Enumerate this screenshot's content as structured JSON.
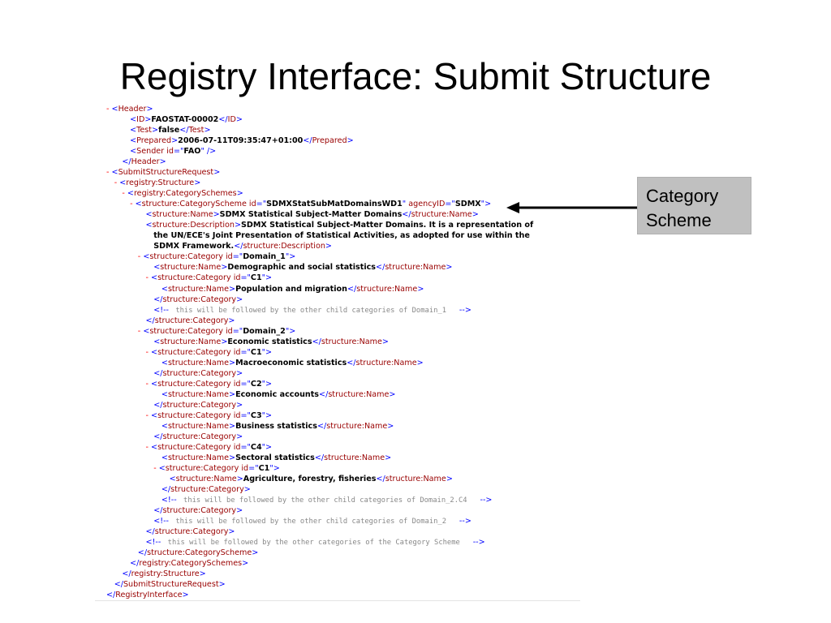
{
  "title": "Registry Interface: Submit Structure",
  "callout": {
    "line1": "Category",
    "line2": "Scheme"
  },
  "xml_lines": [
    {
      "indent": 0,
      "parts": [
        [
          "m",
          "- "
        ],
        [
          "p",
          "<"
        ],
        [
          "t",
          "Header"
        ],
        [
          "p",
          ">"
        ]
      ]
    },
    {
      "indent": 3,
      "parts": [
        [
          "p",
          "<"
        ],
        [
          "t",
          "ID"
        ],
        [
          "p",
          ">"
        ],
        [
          "x",
          "FAOSTAT-00002"
        ],
        [
          "p",
          "</"
        ],
        [
          "t",
          "ID"
        ],
        [
          "p",
          ">"
        ]
      ]
    },
    {
      "indent": 3,
      "parts": [
        [
          "p",
          "<"
        ],
        [
          "t",
          "Test"
        ],
        [
          "p",
          ">"
        ],
        [
          "x",
          "false"
        ],
        [
          "p",
          "</"
        ],
        [
          "t",
          "Test"
        ],
        [
          "p",
          ">"
        ]
      ]
    },
    {
      "indent": 3,
      "parts": [
        [
          "p",
          "<"
        ],
        [
          "t",
          "Prepared"
        ],
        [
          "p",
          ">"
        ],
        [
          "x",
          "2006-07-11T09:35:47+01:00"
        ],
        [
          "p",
          "</"
        ],
        [
          "t",
          "Prepared"
        ],
        [
          "p",
          ">"
        ]
      ]
    },
    {
      "indent": 3,
      "parts": [
        [
          "p",
          "<"
        ],
        [
          "t",
          "Sender"
        ],
        [
          "a",
          " id"
        ],
        [
          "p",
          "=\""
        ],
        [
          "v",
          "FAO"
        ],
        [
          "p",
          "\" />"
        ]
      ]
    },
    {
      "indent": 2,
      "parts": [
        [
          "p",
          "</"
        ],
        [
          "t",
          "Header"
        ],
        [
          "p",
          ">"
        ]
      ]
    },
    {
      "indent": 0,
      "parts": [
        [
          "m",
          "- "
        ],
        [
          "p",
          "<"
        ],
        [
          "t",
          "SubmitStructureRequest"
        ],
        [
          "p",
          ">"
        ]
      ]
    },
    {
      "indent": 1,
      "parts": [
        [
          "m",
          "- "
        ],
        [
          "p",
          "<"
        ],
        [
          "t",
          "registry:Structure"
        ],
        [
          "p",
          ">"
        ]
      ]
    },
    {
      "indent": 2,
      "parts": [
        [
          "m",
          "- "
        ],
        [
          "p",
          "<"
        ],
        [
          "t",
          "registry:CategorySchemes"
        ],
        [
          "p",
          ">"
        ]
      ]
    },
    {
      "indent": 3,
      "parts": [
        [
          "m",
          "- "
        ],
        [
          "p",
          "<"
        ],
        [
          "t",
          "structure:CategoryScheme"
        ],
        [
          "a",
          " id"
        ],
        [
          "p",
          "=\""
        ],
        [
          "v",
          "SDMXStatSubMatDomainsWD1"
        ],
        [
          "p",
          "\""
        ],
        [
          "a",
          " agencyID"
        ],
        [
          "p",
          "=\""
        ],
        [
          "v",
          "SDMX"
        ],
        [
          "p",
          "\">"
        ]
      ]
    },
    {
      "indent": 5,
      "parts": [
        [
          "p",
          "<"
        ],
        [
          "t",
          "structure:Name"
        ],
        [
          "p",
          ">"
        ],
        [
          "x",
          "SDMX Statistical Subject-Matter Domains"
        ],
        [
          "p",
          "</"
        ],
        [
          "t",
          "structure:Name"
        ],
        [
          "p",
          ">"
        ]
      ]
    },
    {
      "indent": 5,
      "parts": [
        [
          "p",
          "<"
        ],
        [
          "t",
          "structure:Description"
        ],
        [
          "p",
          ">"
        ],
        [
          "x",
          "SDMX Statistical Subject-Matter Domains. It is a representation of"
        ]
      ]
    },
    {
      "indent": 6,
      "parts": [
        [
          "x",
          "the UN/ECE's Joint Presentation of Statistical Activities, as adopted for use within the"
        ]
      ]
    },
    {
      "indent": 6,
      "parts": [
        [
          "x",
          "SDMX Framework."
        ],
        [
          "p",
          "</"
        ],
        [
          "t",
          "structure:Description"
        ],
        [
          "p",
          ">"
        ]
      ]
    },
    {
      "indent": 4,
      "parts": [
        [
          "m",
          "- "
        ],
        [
          "p",
          "<"
        ],
        [
          "t",
          "structure:Category"
        ],
        [
          "a",
          " id"
        ],
        [
          "p",
          "=\""
        ],
        [
          "v",
          "Domain_1"
        ],
        [
          "p",
          "\">"
        ]
      ]
    },
    {
      "indent": 6,
      "parts": [
        [
          "p",
          "<"
        ],
        [
          "t",
          "structure:Name"
        ],
        [
          "p",
          ">"
        ],
        [
          "x",
          "Demographic and social statistics"
        ],
        [
          "p",
          "</"
        ],
        [
          "t",
          "structure:Name"
        ],
        [
          "p",
          ">"
        ]
      ]
    },
    {
      "indent": 5,
      "parts": [
        [
          "m",
          "- "
        ],
        [
          "p",
          "<"
        ],
        [
          "t",
          "structure:Category"
        ],
        [
          "a",
          " id"
        ],
        [
          "p",
          "=\""
        ],
        [
          "v",
          "C1"
        ],
        [
          "p",
          "\">"
        ]
      ]
    },
    {
      "indent": 7,
      "parts": [
        [
          "p",
          "<"
        ],
        [
          "t",
          "structure:Name"
        ],
        [
          "p",
          ">"
        ],
        [
          "x",
          "Population and migration"
        ],
        [
          "p",
          "</"
        ],
        [
          "t",
          "structure:Name"
        ],
        [
          "p",
          ">"
        ]
      ]
    },
    {
      "indent": 6,
      "parts": [
        [
          "p",
          "</"
        ],
        [
          "t",
          "structure:Category"
        ],
        [
          "p",
          ">"
        ]
      ]
    },
    {
      "indent": 6,
      "parts": [
        [
          "p",
          "<!-- "
        ],
        [
          "c",
          " this will be followed by the other child categories of Domain_1   "
        ],
        [
          "p",
          "-->"
        ]
      ]
    },
    {
      "indent": 5,
      "parts": [
        [
          "p",
          "</"
        ],
        [
          "t",
          "structure:Category"
        ],
        [
          "p",
          ">"
        ]
      ]
    },
    {
      "indent": 4,
      "parts": [
        [
          "m",
          "- "
        ],
        [
          "p",
          "<"
        ],
        [
          "t",
          "structure:Category"
        ],
        [
          "a",
          " id"
        ],
        [
          "p",
          "=\""
        ],
        [
          "v",
          "Domain_2"
        ],
        [
          "p",
          "\">"
        ]
      ]
    },
    {
      "indent": 6,
      "parts": [
        [
          "p",
          "<"
        ],
        [
          "t",
          "structure:Name"
        ],
        [
          "p",
          ">"
        ],
        [
          "x",
          "Economic statistics"
        ],
        [
          "p",
          "</"
        ],
        [
          "t",
          "structure:Name"
        ],
        [
          "p",
          ">"
        ]
      ]
    },
    {
      "indent": 5,
      "parts": [
        [
          "m",
          "- "
        ],
        [
          "p",
          "<"
        ],
        [
          "t",
          "structure:Category"
        ],
        [
          "a",
          " id"
        ],
        [
          "p",
          "=\""
        ],
        [
          "v",
          "C1"
        ],
        [
          "p",
          "\">"
        ]
      ]
    },
    {
      "indent": 7,
      "parts": [
        [
          "p",
          "<"
        ],
        [
          "t",
          "structure:Name"
        ],
        [
          "p",
          ">"
        ],
        [
          "x",
          "Macroeconomic statistics"
        ],
        [
          "p",
          "</"
        ],
        [
          "t",
          "structure:Name"
        ],
        [
          "p",
          ">"
        ]
      ]
    },
    {
      "indent": 6,
      "parts": [
        [
          "p",
          "</"
        ],
        [
          "t",
          "structure:Category"
        ],
        [
          "p",
          ">"
        ]
      ]
    },
    {
      "indent": 5,
      "parts": [
        [
          "m",
          "- "
        ],
        [
          "p",
          "<"
        ],
        [
          "t",
          "structure:Category"
        ],
        [
          "a",
          " id"
        ],
        [
          "p",
          "=\""
        ],
        [
          "v",
          "C2"
        ],
        [
          "p",
          "\">"
        ]
      ]
    },
    {
      "indent": 7,
      "parts": [
        [
          "p",
          "<"
        ],
        [
          "t",
          "structure:Name"
        ],
        [
          "p",
          ">"
        ],
        [
          "x",
          "Economic accounts"
        ],
        [
          "p",
          "</"
        ],
        [
          "t",
          "structure:Name"
        ],
        [
          "p",
          ">"
        ]
      ]
    },
    {
      "indent": 6,
      "parts": [
        [
          "p",
          "</"
        ],
        [
          "t",
          "structure:Category"
        ],
        [
          "p",
          ">"
        ]
      ]
    },
    {
      "indent": 5,
      "parts": [
        [
          "m",
          "- "
        ],
        [
          "p",
          "<"
        ],
        [
          "t",
          "structure:Category"
        ],
        [
          "a",
          " id"
        ],
        [
          "p",
          "=\""
        ],
        [
          "v",
          "C3"
        ],
        [
          "p",
          "\">"
        ]
      ]
    },
    {
      "indent": 7,
      "parts": [
        [
          "p",
          "<"
        ],
        [
          "t",
          "structure:Name"
        ],
        [
          "p",
          ">"
        ],
        [
          "x",
          "Business statistics"
        ],
        [
          "p",
          "</"
        ],
        [
          "t",
          "structure:Name"
        ],
        [
          "p",
          ">"
        ]
      ]
    },
    {
      "indent": 6,
      "parts": [
        [
          "p",
          "</"
        ],
        [
          "t",
          "structure:Category"
        ],
        [
          "p",
          ">"
        ]
      ]
    },
    {
      "indent": 5,
      "parts": [
        [
          "m",
          "- "
        ],
        [
          "p",
          "<"
        ],
        [
          "t",
          "structure:Category"
        ],
        [
          "a",
          " id"
        ],
        [
          "p",
          "=\""
        ],
        [
          "v",
          "C4"
        ],
        [
          "p",
          "\">"
        ]
      ]
    },
    {
      "indent": 7,
      "parts": [
        [
          "p",
          "<"
        ],
        [
          "t",
          "structure:Name"
        ],
        [
          "p",
          ">"
        ],
        [
          "x",
          "Sectoral statistics"
        ],
        [
          "p",
          "</"
        ],
        [
          "t",
          "structure:Name"
        ],
        [
          "p",
          ">"
        ]
      ]
    },
    {
      "indent": 6,
      "parts": [
        [
          "m",
          "- "
        ],
        [
          "p",
          "<"
        ],
        [
          "t",
          "structure:Category"
        ],
        [
          "a",
          " id"
        ],
        [
          "p",
          "=\""
        ],
        [
          "v",
          "C1"
        ],
        [
          "p",
          "\">"
        ]
      ]
    },
    {
      "indent": 8,
      "parts": [
        [
          "p",
          "<"
        ],
        [
          "t",
          "structure:Name"
        ],
        [
          "p",
          ">"
        ],
        [
          "x",
          "Agriculture, forestry, fisheries"
        ],
        [
          "p",
          "</"
        ],
        [
          "t",
          "structure:Name"
        ],
        [
          "p",
          ">"
        ]
      ]
    },
    {
      "indent": 7,
      "parts": [
        [
          "p",
          "</"
        ],
        [
          "t",
          "structure:Category"
        ],
        [
          "p",
          ">"
        ]
      ]
    },
    {
      "indent": 7,
      "parts": [
        [
          "p",
          "<!-- "
        ],
        [
          "c",
          " this will be followed by the other child categories of Domain_2.C4   "
        ],
        [
          "p",
          "-->"
        ]
      ]
    },
    {
      "indent": 6,
      "parts": [
        [
          "p",
          "</"
        ],
        [
          "t",
          "structure:Category"
        ],
        [
          "p",
          ">"
        ]
      ]
    },
    {
      "indent": 6,
      "parts": [
        [
          "p",
          "<!-- "
        ],
        [
          "c",
          " this will be followed by the other child categories of Domain_2   "
        ],
        [
          "p",
          "-->"
        ]
      ]
    },
    {
      "indent": 5,
      "parts": [
        [
          "p",
          "</"
        ],
        [
          "t",
          "structure:Category"
        ],
        [
          "p",
          ">"
        ]
      ]
    },
    {
      "indent": 5,
      "parts": [
        [
          "p",
          "<!-- "
        ],
        [
          "c",
          " this will be followed by the other categories of the Category Scheme   "
        ],
        [
          "p",
          "-->"
        ]
      ]
    },
    {
      "indent": 4,
      "parts": [
        [
          "p",
          "</"
        ],
        [
          "t",
          "structure:CategoryScheme"
        ],
        [
          "p",
          ">"
        ]
      ]
    },
    {
      "indent": 3,
      "parts": [
        [
          "p",
          "</"
        ],
        [
          "t",
          "registry:CategorySchemes"
        ],
        [
          "p",
          ">"
        ]
      ]
    },
    {
      "indent": 2,
      "parts": [
        [
          "p",
          "</"
        ],
        [
          "t",
          "registry:Structure"
        ],
        [
          "p",
          ">"
        ]
      ]
    },
    {
      "indent": 1,
      "parts": [
        [
          "p",
          "</"
        ],
        [
          "t",
          "SubmitStructureRequest"
        ],
        [
          "p",
          ">"
        ]
      ]
    },
    {
      "indent": 0,
      "parts": [
        [
          "p",
          "</"
        ],
        [
          "t",
          "RegistryInterface"
        ],
        [
          "p",
          ">"
        ]
      ]
    }
  ]
}
